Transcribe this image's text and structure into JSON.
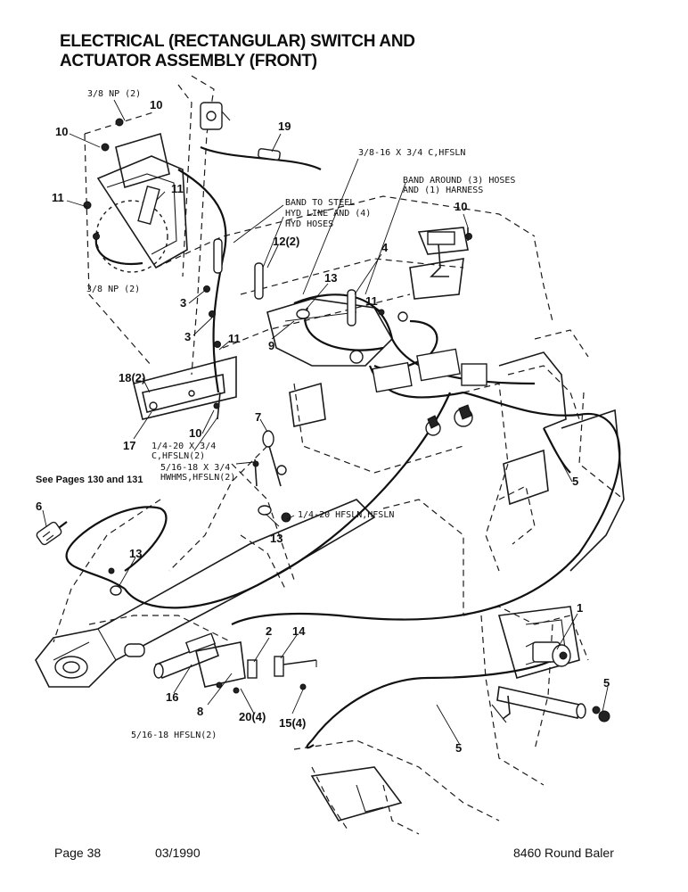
{
  "header": {
    "title_line1": "ELECTRICAL (RECTANGULAR) SWITCH AND",
    "title_line2": "ACTUATOR ASSEMBLY (FRONT)"
  },
  "footer": {
    "page": "Page 38",
    "date": "03/1990",
    "model": "8460 Round Baler"
  },
  "diagram": {
    "callouts": {
      "np_top": "3/8 NP (2)",
      "np_left": "3/8 NP (2)",
      "band_steel_1": "BAND TO STEEL",
      "band_steel_2": "HYD LINE AND (4)",
      "band_steel_3": "HYD HOSES",
      "bolt_3816": "3/8-16 X 3/4 C,HFSLN",
      "band_around_1": "BAND AROUND (3) HOSES",
      "band_around_2": "AND (1) HARNESS",
      "bolt_1420_1": "1/4-20 X 3/4",
      "bolt_1420_2": "C,HFSLN(2)",
      "bolt_51618_1": "5/16-18 X 3/4",
      "bolt_51618_2": "HWHMS,HFSLN(2)",
      "nut_1420": "1/4-20 HFSLN,HFSLN",
      "nut_51618": "5/16-18 HFSLN(2)",
      "see_pages": "See Pages 130 and 131"
    },
    "part_numbers": {
      "p1": "1",
      "p2": "2",
      "p3a": "3",
      "p3b": "3",
      "p4": "4",
      "p5a": "5",
      "p5b": "5",
      "p5c": "5",
      "p6": "6",
      "p7": "7",
      "p8": "8",
      "p9": "9",
      "p10a": "10",
      "p10b": "10",
      "p10c": "10",
      "p10d": "10",
      "p11a": "11",
      "p11b": "11",
      "p11c": "11",
      "p11d": "11",
      "p12": "12(2)",
      "p13a": "13",
      "p13b": "13",
      "p13c": "13",
      "p14": "14",
      "p15": "15(4)",
      "p16": "16",
      "p17": "17",
      "p18": "18(2)",
      "p19": "19",
      "p20": "20(4)"
    }
  }
}
